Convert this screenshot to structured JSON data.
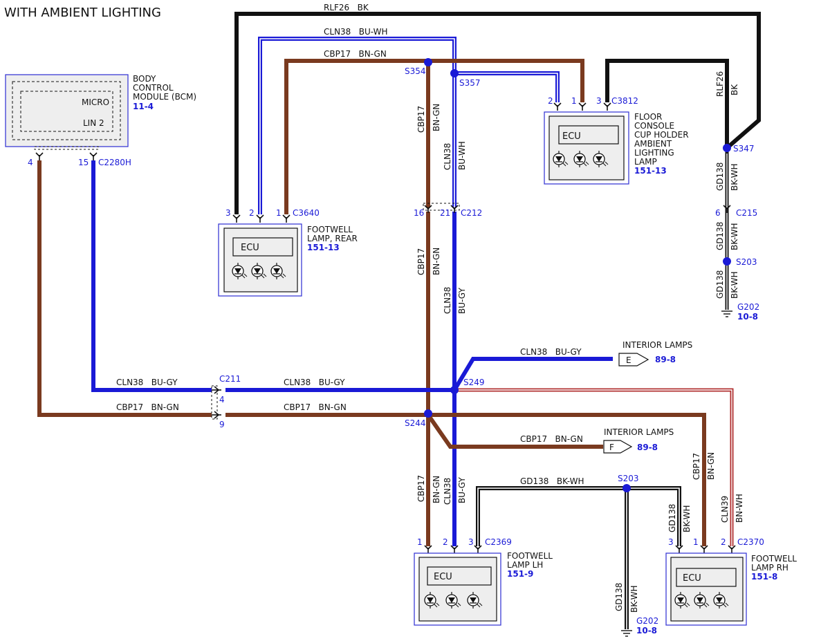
{
  "title": "WITH AMBIENT LIGHTING",
  "colors": {
    "black": "#111111",
    "blue": "#1a1ad6",
    "brown": "#7a3a1f",
    "red": "#b03030",
    "module_border": "#3b3bd6",
    "module_fill": "#eeeeee"
  },
  "modules": {
    "bcm": {
      "name_lines": [
        "BODY",
        "CONTROL",
        "MODULE (BCM)"
      ],
      "ref": "11-4",
      "inner1": "MICRO",
      "inner2": "LIN 2",
      "connector": "C2280H",
      "pins": [
        "4",
        "15"
      ]
    },
    "rear": {
      "name_lines": [
        "FOOTWELL",
        "LAMP, REAR"
      ],
      "ref": "151-13",
      "ecu": "ECU",
      "connector": "C3640",
      "pins": [
        "3",
        "2",
        "1"
      ]
    },
    "console": {
      "name_lines": [
        "FLOOR",
        "CONSOLE",
        "CUP HOLDER",
        "AMBIENT",
        "LIGHTING",
        "LAMP"
      ],
      "ref": "151-13",
      "ecu": "ECU",
      "connector": "C3812",
      "pins": [
        "2",
        "1",
        "3"
      ]
    },
    "lh": {
      "name_lines": [
        "FOOTWELL",
        "LAMP LH"
      ],
      "ref": "151-9",
      "ecu": "ECU",
      "connector": "C2369",
      "pins": [
        "1",
        "2",
        "3"
      ]
    },
    "rh": {
      "name_lines": [
        "FOOTWELL",
        "LAMP RH"
      ],
      "ref": "151-8",
      "ecu": "ECU",
      "connector": "C2370",
      "pins": [
        "3",
        "1",
        "2"
      ]
    }
  },
  "wire_labels": {
    "rlf26_bk": "RLF26   BK",
    "cln38_buwh": "CLN38   BU-WH",
    "cbp17_bngn": "CBP17   BN-GN",
    "cln38_bugy": "CLN38   BU-GY",
    "gd138_bkwh": "GD138   BK-WH",
    "v_cbp17": "CBP17",
    "v_bngn": "BN-GN",
    "v_cln38": "CLN38",
    "v_buwh": "BU-WH",
    "v_bugy": "BU-GY",
    "v_rlf26": "RLF26",
    "v_bk": "BK",
    "v_gd138": "GD138",
    "v_bkwh": "BK-WH",
    "v_cln39": "CLN39"
  },
  "splices": {
    "s354": "S354",
    "s357": "S357",
    "s347": "S347",
    "s203a": "S203",
    "s249": "S249",
    "s244": "S244",
    "s203b": "S203"
  },
  "connectors": {
    "c212": {
      "name": "C212",
      "pins": [
        "16",
        "21"
      ]
    },
    "c215": {
      "name": "C215",
      "pin": "6"
    },
    "c211": {
      "name": "C211",
      "pins": [
        "4",
        "9"
      ]
    }
  },
  "grounds": {
    "g202a": {
      "name": "G202",
      "ref": "10-8"
    },
    "g202b": {
      "name": "G202",
      "ref": "10-8"
    }
  },
  "interior_e": {
    "label": "INTERIOR LAMPS",
    "letter": "E",
    "ref": "89-8"
  },
  "interior_f": {
    "label": "INTERIOR LAMPS",
    "letter": "F",
    "ref": "89-8"
  }
}
